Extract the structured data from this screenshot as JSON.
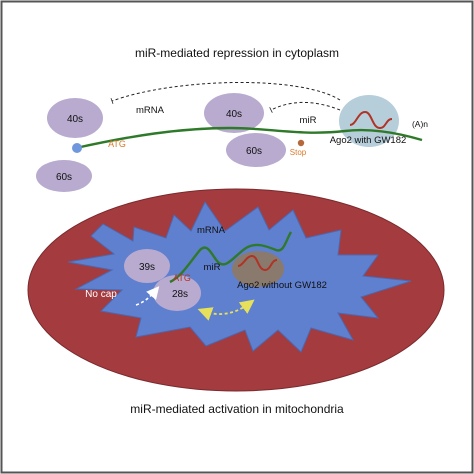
{
  "top": {
    "title": "miR-mediated repression in cytoplasm",
    "subunit_40s_left": "40s",
    "subunit_40s_right": "40s",
    "subunit_60s_right": "60s",
    "subunit_60s_left": "60s",
    "mrna": "mRNA",
    "mir": "miR",
    "atg": "ATG",
    "stop": "Stop",
    "ago2": "Ago2 with GW182",
    "polya": "(A)n"
  },
  "bottom": {
    "title": "miR-mediated activation in mitochondria",
    "mrna": "mRNA",
    "subunit_39s": "39s",
    "subunit_28s": "28s",
    "atg": "ATG",
    "mir": "miR",
    "ago2": "Ago2 without GW182",
    "no_cap": "No cap"
  },
  "colors": {
    "border": "#555555",
    "ellipse_red": "#a33b3f",
    "matrix_blue": "#5f7fcf",
    "subunit_purple": "#b8abcf",
    "mrna_green": "#2f7a2a",
    "mir_red": "#b03325",
    "ago2_halo": "#a9c4d4",
    "ago2_brown": "#8f7a62",
    "atg_orange": "#d97a2b",
    "cap_blue": "#6f97dd",
    "stop_brown": "#b5683b",
    "arrow_yellow": "#e6e05a"
  }
}
